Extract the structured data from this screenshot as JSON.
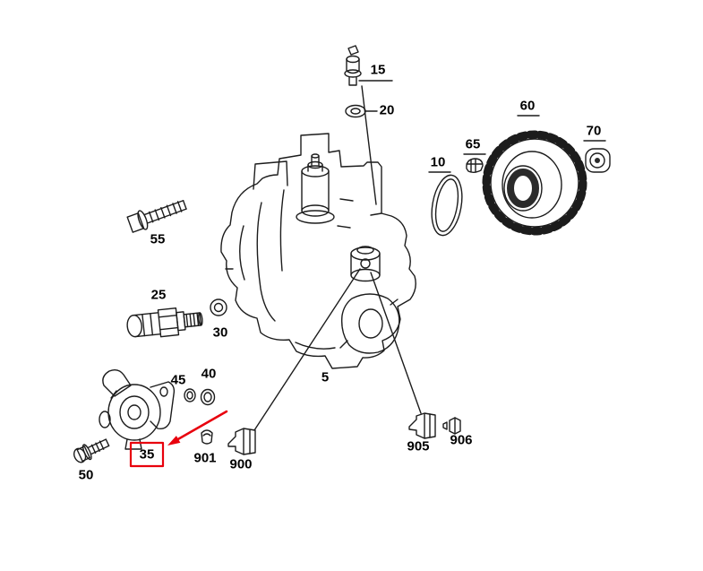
{
  "figure": {
    "type": "exploded-parts-diagram",
    "background_color": "#ffffff",
    "line_color": "#1c1c1c",
    "highlight_color": "#e8000d",
    "highlighted_part": "35",
    "parts": {
      "p5": {
        "label": "5"
      },
      "p10": {
        "label": "10"
      },
      "p15": {
        "label": "15"
      },
      "p20": {
        "label": "20"
      },
      "p25": {
        "label": "25"
      },
      "p30": {
        "label": "30"
      },
      "p35": {
        "label": "35"
      },
      "p40": {
        "label": "40"
      },
      "p45": {
        "label": "45"
      },
      "p50": {
        "label": "50"
      },
      "p55": {
        "label": "55"
      },
      "p60": {
        "label": "60"
      },
      "p65": {
        "label": "65"
      },
      "p70": {
        "label": "70"
      },
      "p900": {
        "label": "900"
      },
      "p901": {
        "label": "901"
      },
      "p905": {
        "label": "905"
      },
      "p906": {
        "label": "906"
      }
    }
  }
}
